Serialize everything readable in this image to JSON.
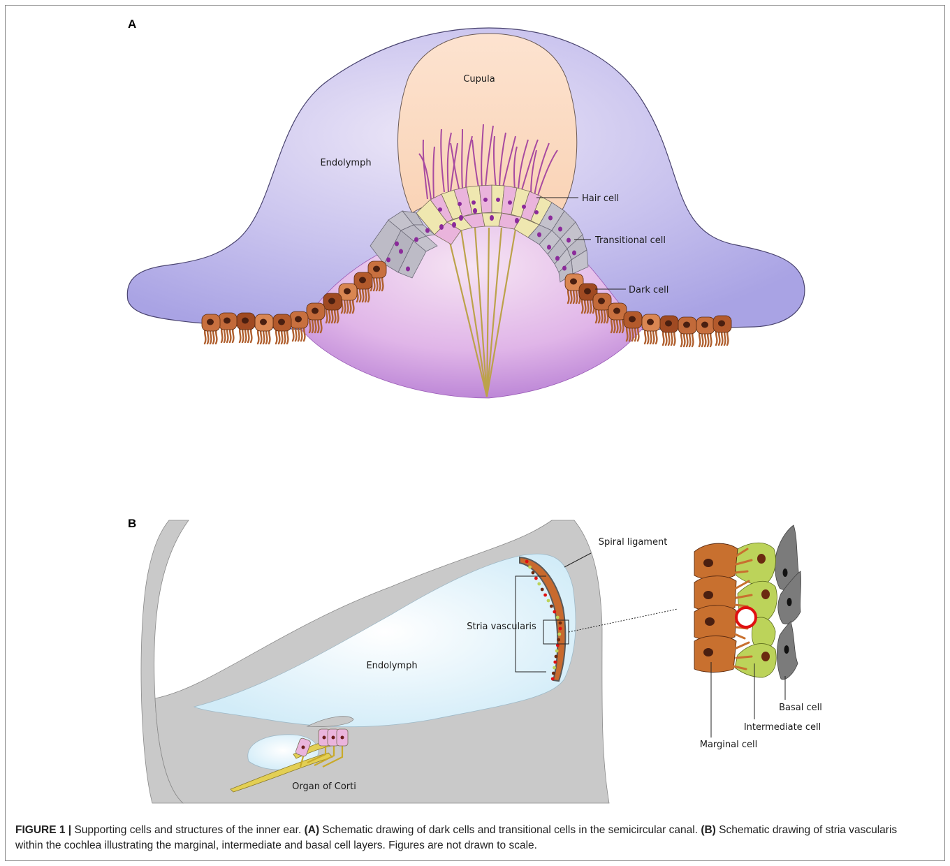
{
  "panel_a": {
    "letter": "A",
    "labels": {
      "cupula": "Cupula",
      "endolymph": "Endolymph",
      "hair_cell": "Hair cell",
      "transitional_cell": "Transitional cell",
      "dark_cell": "Dark cell"
    }
  },
  "panel_b": {
    "letter": "B",
    "labels": {
      "spiral_ligament": "Spiral ligament",
      "stria_vascularis": "Stria vascularis",
      "endolymph": "Endolymph",
      "organ_of_corti": "Organ of Corti",
      "basal_cell": "Basal cell",
      "intermediate_cell": "Intermediate cell",
      "marginal_cell": "Marginal cell"
    }
  },
  "caption": {
    "figure_label": "FIGURE 1 |",
    "lead": " Supporting cells and structures of the inner ear. ",
    "a_tag": "(A)",
    "a_text": " Schematic drawing of dark cells and transitional cells in the semicircular canal. ",
    "b_tag": "(B)",
    "b_text": " Schematic drawing of stria vascularis within the cochlea illustrating the marginal, intermediate and basal cell layers. Figures are not drawn to scale."
  },
  "colors": {
    "endolymph_a": "#b3aee8",
    "cupula": "#fbd9c3",
    "crista": "#d8a2e2",
    "hair_cell": "#eab4dc",
    "support_cell": "#efe7b0",
    "transitional_cell": "#b9b7c2",
    "dark_cell": "#c8703f",
    "nucleus": "#8b2a9a",
    "bone": "#c8c8c8",
    "endolymph_b": "#dff2fb",
    "intermediate_cell": "#bcd35a",
    "basal_cell": "#7a7a7a",
    "vessel": "#e01010"
  }
}
